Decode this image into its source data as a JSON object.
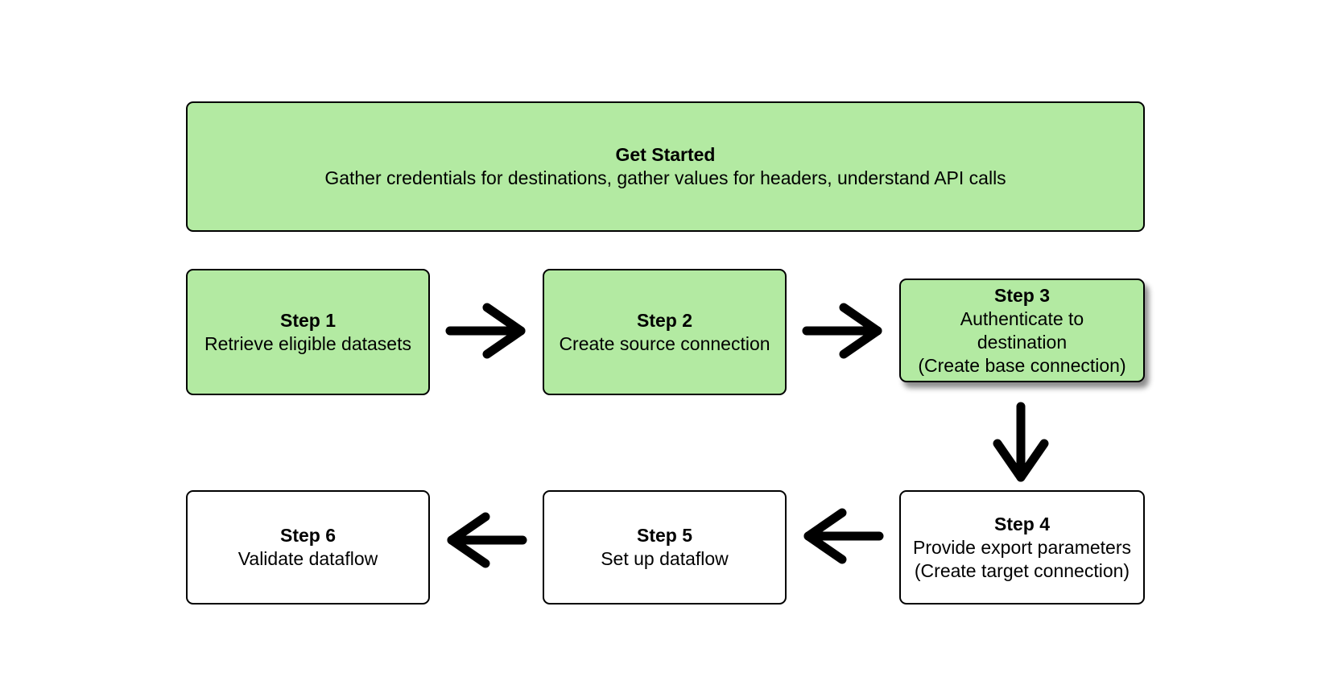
{
  "get_started": {
    "title": "Get Started",
    "description": "Gather credentials for destinations, gather values for headers, understand API calls"
  },
  "steps": [
    {
      "title": "Step 1",
      "description": "Retrieve eligible datasets",
      "status": "completed"
    },
    {
      "title": "Step 2",
      "description": "Create source connection",
      "status": "completed"
    },
    {
      "title": "Step 3",
      "description": "Authenticate to\ndestination\n(Create base connection)",
      "status": "completed"
    },
    {
      "title": "Step 4",
      "description": "Provide export parameters\n(Create target connection)",
      "status": "pending"
    },
    {
      "title": "Step 5",
      "description": "Set up dataflow",
      "status": "pending"
    },
    {
      "title": "Step 6",
      "description": "Validate dataflow",
      "status": "pending"
    }
  ],
  "colors": {
    "completed_fill": "#b3eaa2",
    "pending_fill": "#ffffff",
    "border": "#000000",
    "arrow": "#000000"
  },
  "arrow_icons": [
    "arrow-right-icon",
    "arrow-right-icon",
    "arrow-down-icon",
    "arrow-left-icon",
    "arrow-left-icon"
  ]
}
